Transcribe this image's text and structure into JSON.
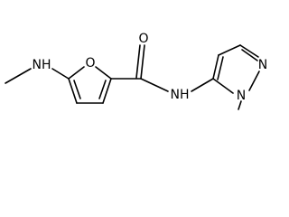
{
  "molecule": {
    "atoms": {
      "methylamine_n": "NH",
      "furan_o": "O",
      "carbonyl_o": "O",
      "amide_n": "NH",
      "pyrazole_n1": "N",
      "pyrazole_n2": "N"
    }
  },
  "colors": {
    "bond": "#000000",
    "label": "#000000",
    "background": "#ffffff"
  }
}
